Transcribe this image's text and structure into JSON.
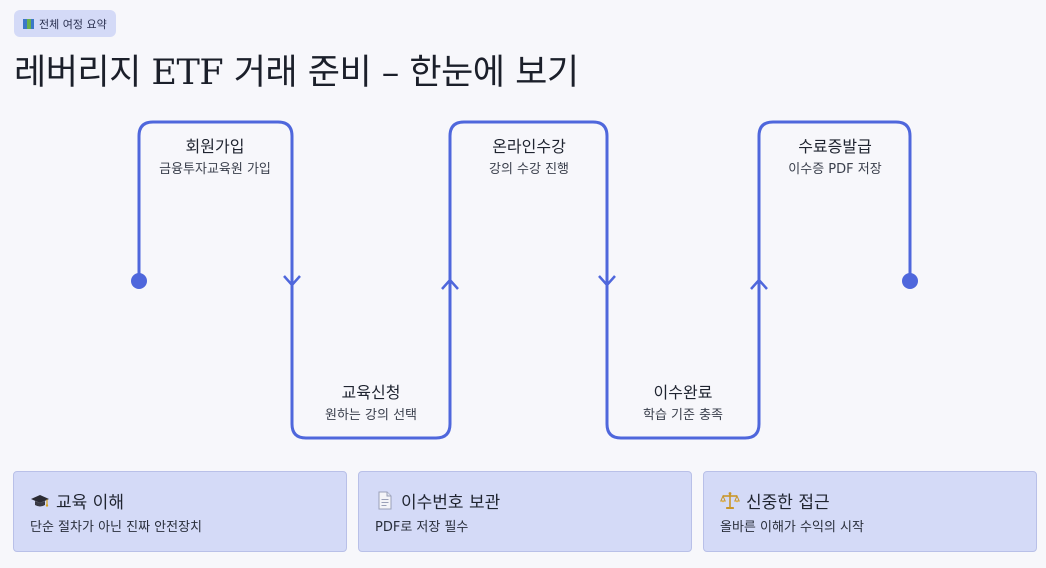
{
  "badge": {
    "icon": "map-icon",
    "label": "전체 여정 요약"
  },
  "title": "레버리지 ETF 거래 준비 – 한눈에 보기",
  "colors": {
    "path": "#4f67dc",
    "card_bg": "#d4daf7",
    "background": "#f7f7fb"
  },
  "steps": [
    {
      "title": "회원가입",
      "subtitle": "금융투자교육원 가입"
    },
    {
      "title": "교육신청",
      "subtitle": "원하는 강의 선택"
    },
    {
      "title": "온라인수강",
      "subtitle": "강의 수강 진행"
    },
    {
      "title": "이수완료",
      "subtitle": "학습 기준 충족"
    },
    {
      "title": "수료증발급",
      "subtitle": "이수증 PDF 저장"
    }
  ],
  "cards": [
    {
      "icon": "graduation-cap-icon",
      "title": "교육 이해",
      "subtitle": "단순 절차가 아닌 진짜 안전장치"
    },
    {
      "icon": "document-icon",
      "title": "이수번호 보관",
      "subtitle": "PDF로 저장 필수"
    },
    {
      "icon": "scales-icon",
      "title": "신중한 접근",
      "subtitle": "올바른 이해가 수익의 시작"
    }
  ]
}
